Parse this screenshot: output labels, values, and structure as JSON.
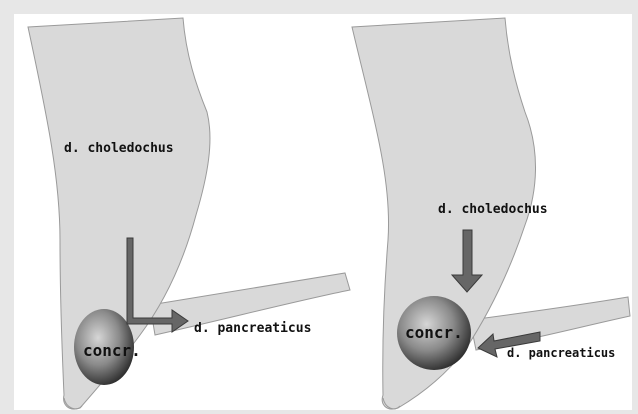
{
  "panels": [
    {
      "duct_label": "d. choledochus",
      "pancreatic_label": "d. pancreaticus",
      "stone_label": "concr."
    },
    {
      "duct_label": "d. choledochus",
      "pancreatic_label": "d. pancreaticus",
      "stone_label": "concr."
    }
  ],
  "colors": {
    "duct_fill": "#d9d9d9",
    "outline": "#9a9a9a",
    "arrow": "#666666",
    "background": "#ffffff",
    "frame": "#e7e7e7"
  }
}
